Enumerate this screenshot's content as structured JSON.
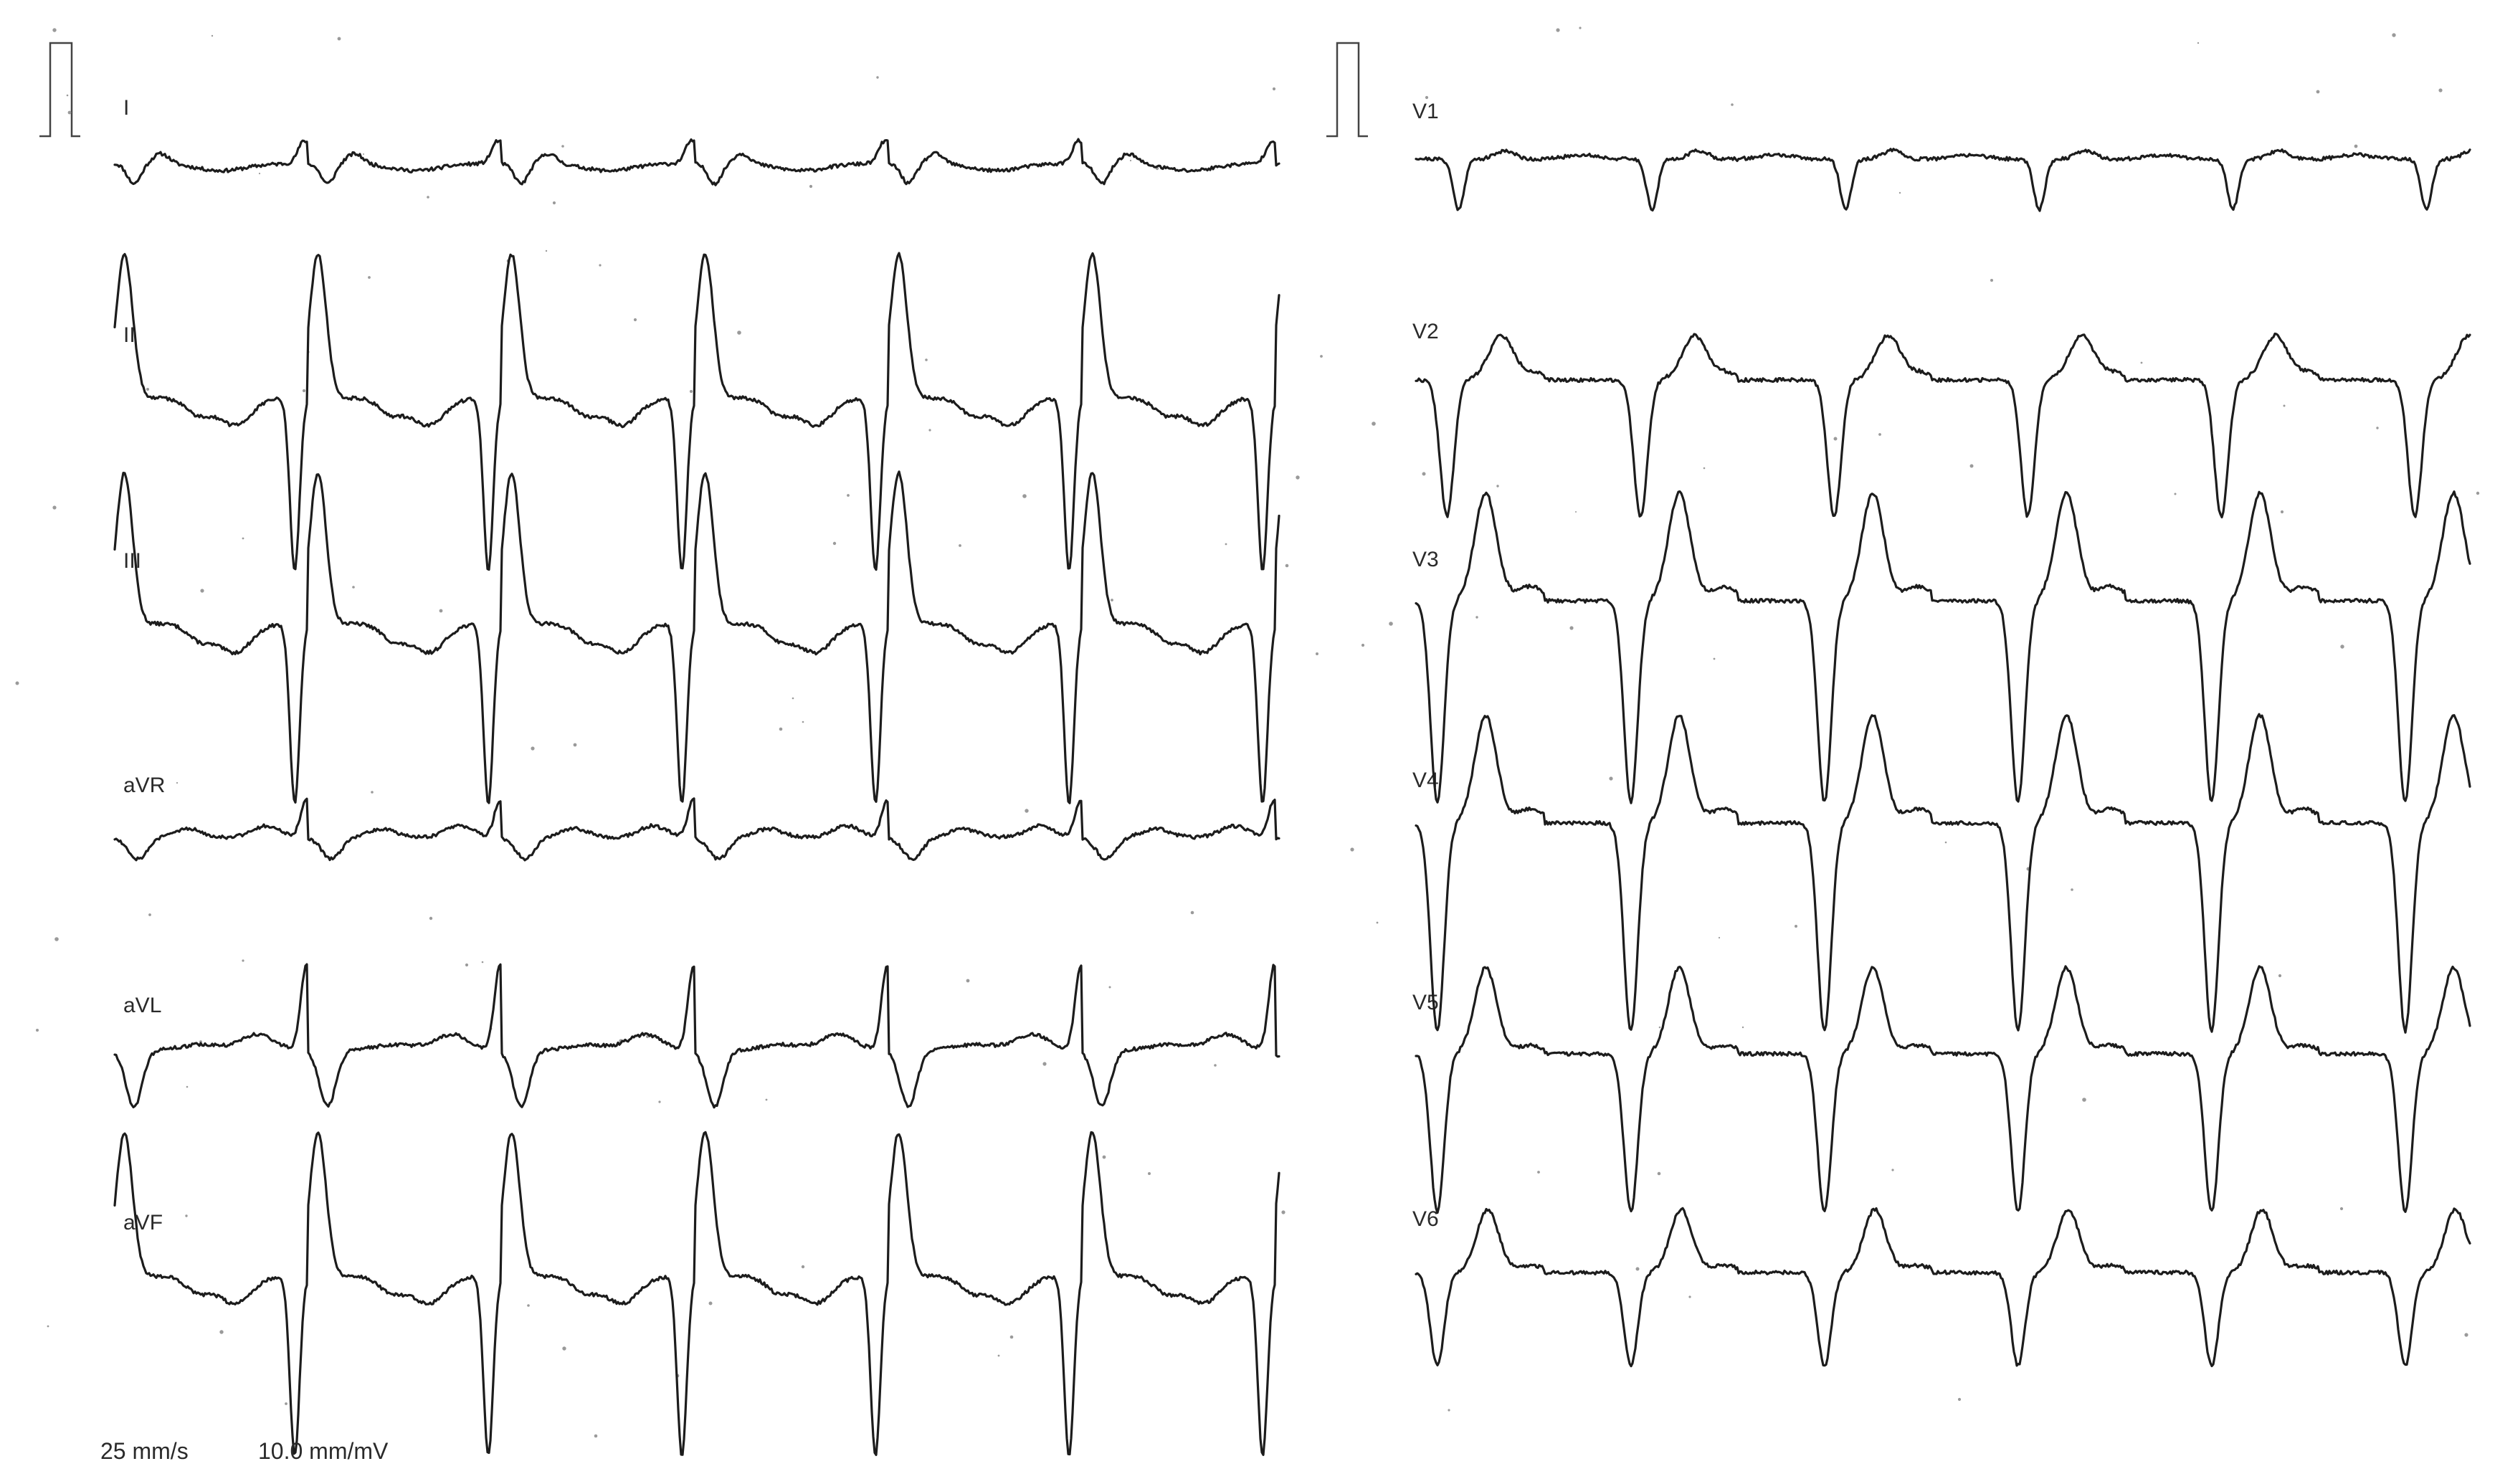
{
  "left_column": {
    "leads": [
      {
        "id": "I",
        "label": "I",
        "morphology": "I"
      },
      {
        "id": "II",
        "label": "II",
        "morphology": "II"
      },
      {
        "id": "III",
        "label": "III",
        "morphology": "III"
      },
      {
        "id": "aVR",
        "label": "aVR",
        "morphology": "aVR"
      },
      {
        "id": "aVL",
        "label": "aVL",
        "morphology": "aVL"
      },
      {
        "id": "aVF",
        "label": "aVF",
        "morphology": "aVF"
      }
    ]
  },
  "right_column": {
    "leads": [
      {
        "id": "V1",
        "label": "V1",
        "morphology": "V1"
      },
      {
        "id": "V2",
        "label": "V2",
        "morphology": "V2"
      },
      {
        "id": "V3",
        "label": "V3",
        "morphology": "V3"
      },
      {
        "id": "V4",
        "label": "V4",
        "morphology": "V4"
      },
      {
        "id": "V5",
        "label": "V5",
        "morphology": "V5"
      },
      {
        "id": "V6",
        "label": "V6",
        "morphology": "V6"
      }
    ]
  },
  "footer": {
    "speed": "25 mm/s",
    "gain": "10.0 mm/mV"
  },
  "colors": {
    "trace": "#1c1c1c",
    "paper": "#ffffff",
    "label": "#2a2a2a"
  }
}
